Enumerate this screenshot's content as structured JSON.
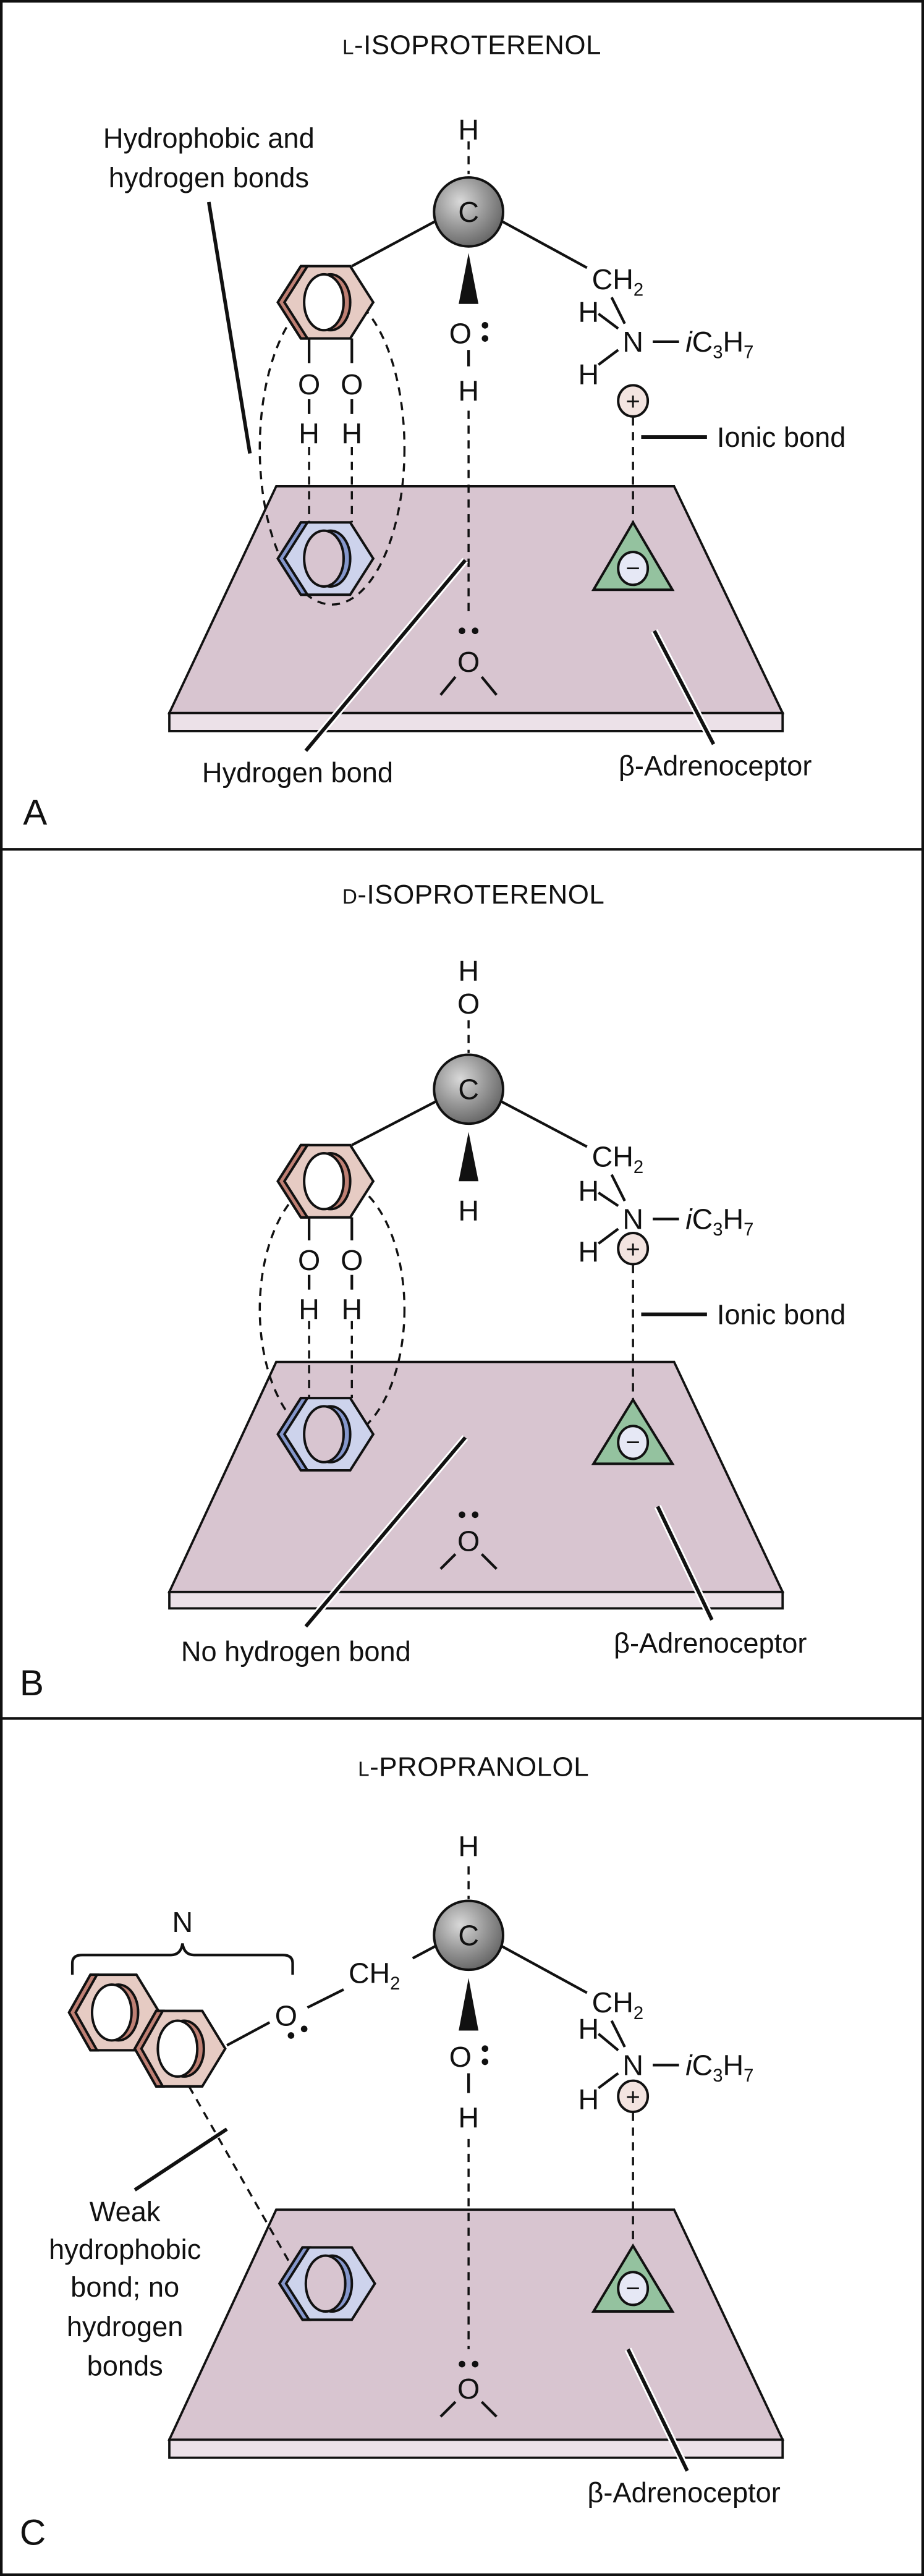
{
  "figure": {
    "colors": {
      "background": "#ffffff",
      "border": "#111111",
      "receptor_surface": "#d8c5d0",
      "receptor_edge": "#ece1e8",
      "drug_ring_fill": "#e6cbc3",
      "drug_ring_shade": "#bf8074",
      "receptor_ring_fill": "#cdd3ec",
      "receptor_ring_shade": "#8597cc",
      "anion_site": "#94c29f",
      "anion_circle": "#e6e8f5",
      "cation_circle": "#f3e4e0",
      "carbon_sphere_light": "#d9d9d9",
      "carbon_sphere_dark": "#6b6b6b"
    },
    "panels": [
      {
        "letter": "A",
        "title_prefix": "L",
        "title_rest": "-ISOPROTERENOL",
        "chiral_top": "H",
        "chiral_wedge_atom": "O:",
        "hydroxyl_h": "H",
        "left_substituent": "catechol-ring",
        "oh_o": [
          "O",
          "O"
        ],
        "oh_h": [
          "H",
          "H"
        ],
        "amine": {
          "ch2": "CH",
          "ch2_sub": "2",
          "h_top": "H",
          "h_bottom": "H",
          "n": "N",
          "isopropyl_i": "i",
          "isopropyl_c": "C",
          "isopropyl_sub3": "3",
          "isopropyl_h": "H",
          "isopropyl_sub7": "7",
          "charge": "+"
        },
        "receptor_o": "O",
        "anion_charge": "−",
        "labels": {
          "top_left": [
            "Hydrophobic and",
            "hydrogen bonds"
          ],
          "ionic": "Ionic bond",
          "bottom_left": "Hydrogen bond",
          "bottom_right": "β-Adrenoceptor"
        }
      },
      {
        "letter": "B",
        "title_prefix": "D",
        "title_rest": "-ISOPROTERENOL",
        "chiral_top_o": "O",
        "chiral_top_h": "H",
        "chiral_wedge_atom": "H",
        "left_substituent": "catechol-ring",
        "oh_o": [
          "O",
          "O"
        ],
        "oh_h": [
          "H",
          "H"
        ],
        "amine": {
          "ch2": "CH",
          "ch2_sub": "2",
          "h_top": "H",
          "h_bottom": "H",
          "n": "N",
          "isopropyl_i": "i",
          "isopropyl_c": "C",
          "isopropyl_sub3": "3",
          "isopropyl_h": "H",
          "isopropyl_sub7": "7",
          "charge": "+"
        },
        "receptor_o": "O",
        "anion_charge": "−",
        "labels": {
          "ionic": "Ionic bond",
          "bottom_left": "No hydrogen bond",
          "bottom_right": "β-Adrenoceptor"
        }
      },
      {
        "letter": "C",
        "title_prefix": "L",
        "title_rest": "-PROPRANOLOL",
        "chiral_top": "H",
        "chiral_wedge_atom": "O:",
        "hydroxyl_h": "H",
        "left_substituent": "naphthalene",
        "naphthalene_label": "N",
        "ether_o": "O",
        "ether_ch2": "CH",
        "ether_ch2_sub": "2",
        "amine": {
          "ch2": "CH",
          "ch2_sub": "2",
          "h_top": "H",
          "h_bottom": "H",
          "n": "N",
          "isopropyl_i": "i",
          "isopropyl_c": "C",
          "isopropyl_sub3": "3",
          "isopropyl_h": "H",
          "isopropyl_sub7": "7",
          "charge": "+"
        },
        "receptor_o": "O",
        "anion_charge": "−",
        "labels": {
          "left": [
            "Weak",
            "hydrophobic",
            "bond; no",
            "hydrogen",
            "bonds"
          ],
          "bottom_right": "β-Adrenoceptor"
        }
      }
    ],
    "chiral_center": "C"
  }
}
